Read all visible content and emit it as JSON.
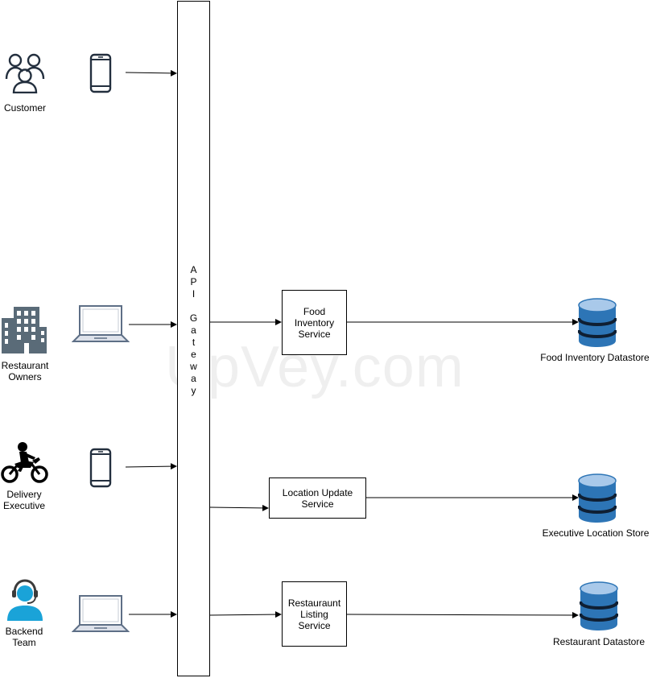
{
  "watermark": "UpVey.com",
  "gateway": {
    "label": "A\nP\nI\n\nG\na\nt\ne\nw\na\ny"
  },
  "actors": {
    "customer": "Customer",
    "restaurant_owners": "Restaurant\nOwners",
    "delivery_executive": "Delivery\nExecutive",
    "backend_team": "Backend\nTeam"
  },
  "services": {
    "food_inventory": "Food\nInventory\nService",
    "location_update": "Location Update\nService",
    "restaurant_listing": "Restauraunt\nListing\nService"
  },
  "datastores": {
    "food_inventory": "Food Inventory Datastore",
    "executive_location": "Executive Location Store",
    "restaurant": "Restaurant Datastore"
  }
}
